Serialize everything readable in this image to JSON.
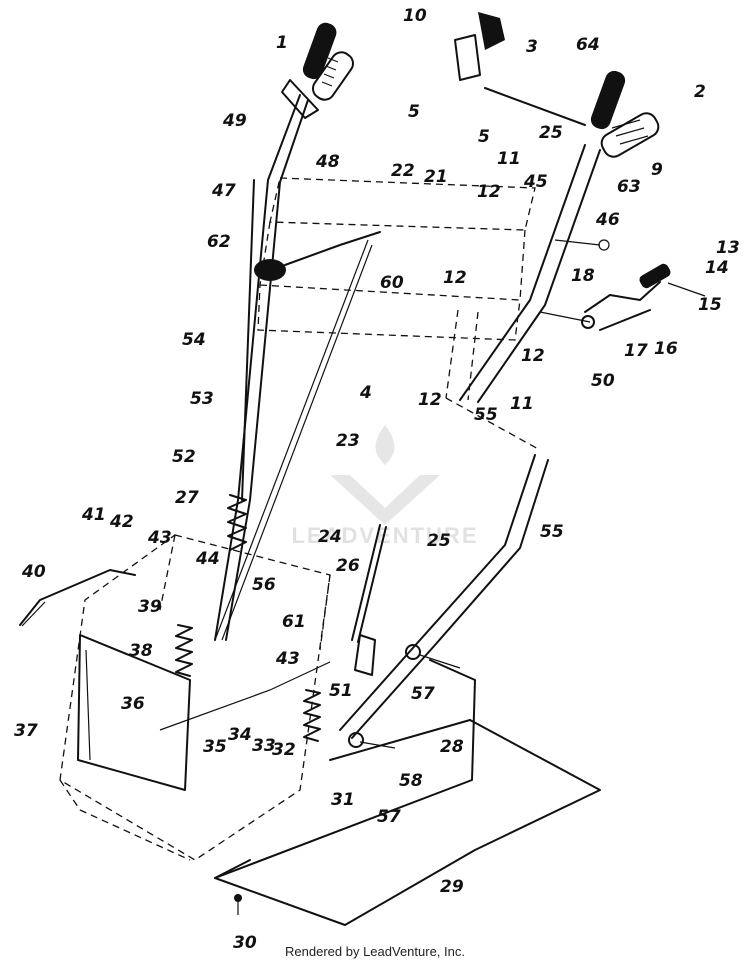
{
  "diagram": {
    "part_labels": [
      "1",
      "2",
      "3",
      "4",
      "5",
      "5",
      "9",
      "10",
      "11",
      "11",
      "12",
      "12",
      "12",
      "12",
      "13",
      "14",
      "15",
      "16",
      "17",
      "18",
      "21",
      "22",
      "23",
      "24",
      "25",
      "25",
      "26",
      "27",
      "28",
      "29",
      "30",
      "31",
      "32",
      "33",
      "34",
      "35",
      "36",
      "37",
      "38",
      "39",
      "40",
      "41",
      "42",
      "43",
      "43",
      "44",
      "45",
      "46",
      "47",
      "48",
      "49",
      "50",
      "51",
      "52",
      "53",
      "54",
      "55",
      "55",
      "56",
      "57",
      "57",
      "58",
      "60",
      "61",
      "62",
      "63",
      "64"
    ],
    "watermark": "LEADVENTURE",
    "footer": "Rendered by LeadVenture, Inc."
  }
}
